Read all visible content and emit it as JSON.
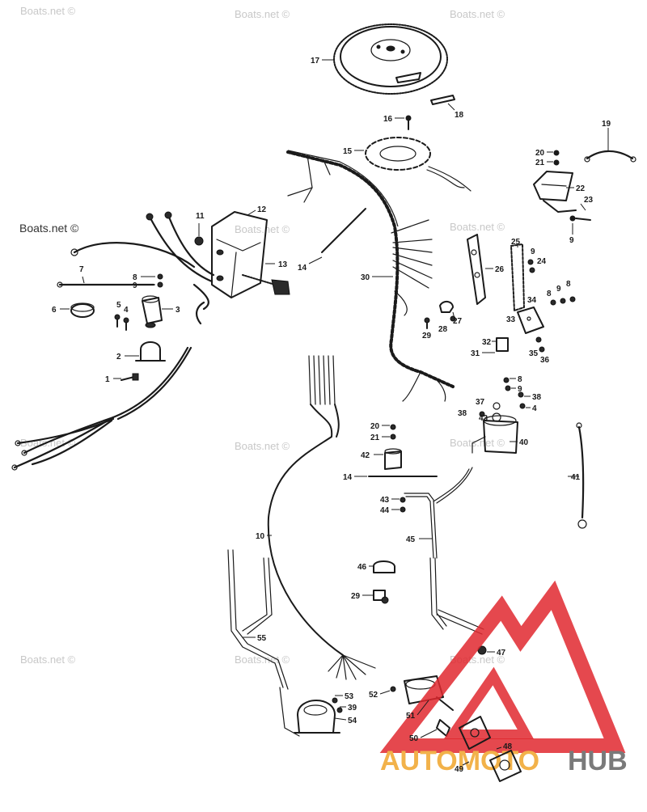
{
  "watermark": {
    "text": "Boats.net ©"
  },
  "logo": {
    "text_a": "AUTOMOTO",
    "text_b": "HUB",
    "color_red": "#e0282f",
    "color_orange": "#f2b24a",
    "color_gray": "#7a7a7a"
  },
  "callouts": [
    "1",
    "2",
    "3",
    "4",
    "5",
    "6",
    "7",
    "8",
    "9",
    "10",
    "11",
    "12",
    "13",
    "14",
    "15",
    "16",
    "17",
    "18",
    "19",
    "20",
    "21",
    "22",
    "23",
    "24",
    "25",
    "26",
    "27",
    "28",
    "29",
    "30",
    "31",
    "32",
    "33",
    "34",
    "35",
    "36",
    "37",
    "38",
    "39",
    "40",
    "41",
    "42",
    "43",
    "44",
    "45",
    "46",
    "47",
    "48",
    "49",
    "50",
    "51",
    "52",
    "53",
    "54",
    "55"
  ]
}
